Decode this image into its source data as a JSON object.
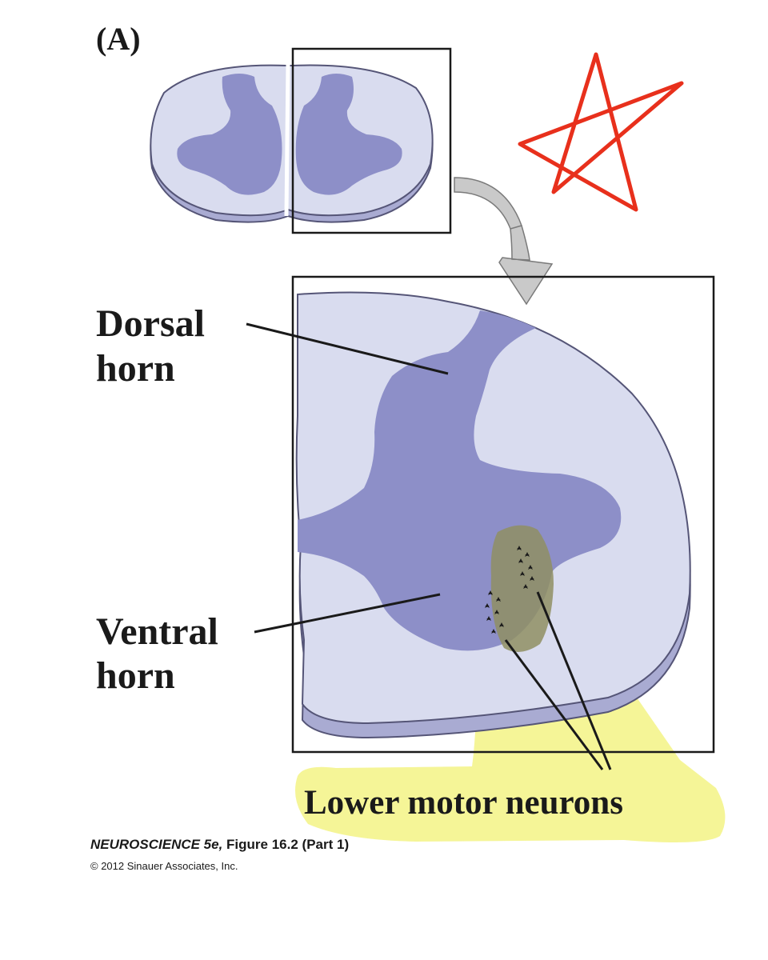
{
  "panel_label": "(A)",
  "labels": {
    "dorsal_line1": "Dorsal",
    "dorsal_line2": "horn",
    "ventral_line1": "Ventral",
    "ventral_line2": "horn",
    "neurons": "Lower motor neurons"
  },
  "credit": {
    "book": "NEUROSCIENCE 5e,",
    "figure": " Figure 16.2 (Part 1)",
    "copyright": "© 2012 Sinauer Associates, Inc."
  },
  "colors": {
    "white_matter": "#d9dcef",
    "gray_matter": "#8d8fc8",
    "outline": "#555577",
    "highlight": "#f4f48c",
    "star_mark": "#e8301c",
    "motor_pool": "#8f8f63",
    "arrow": "#c9c9c9"
  },
  "icons": {
    "zoom_arrow": "curved-arrow-icon",
    "annotation": "red-star-annotation-icon"
  }
}
